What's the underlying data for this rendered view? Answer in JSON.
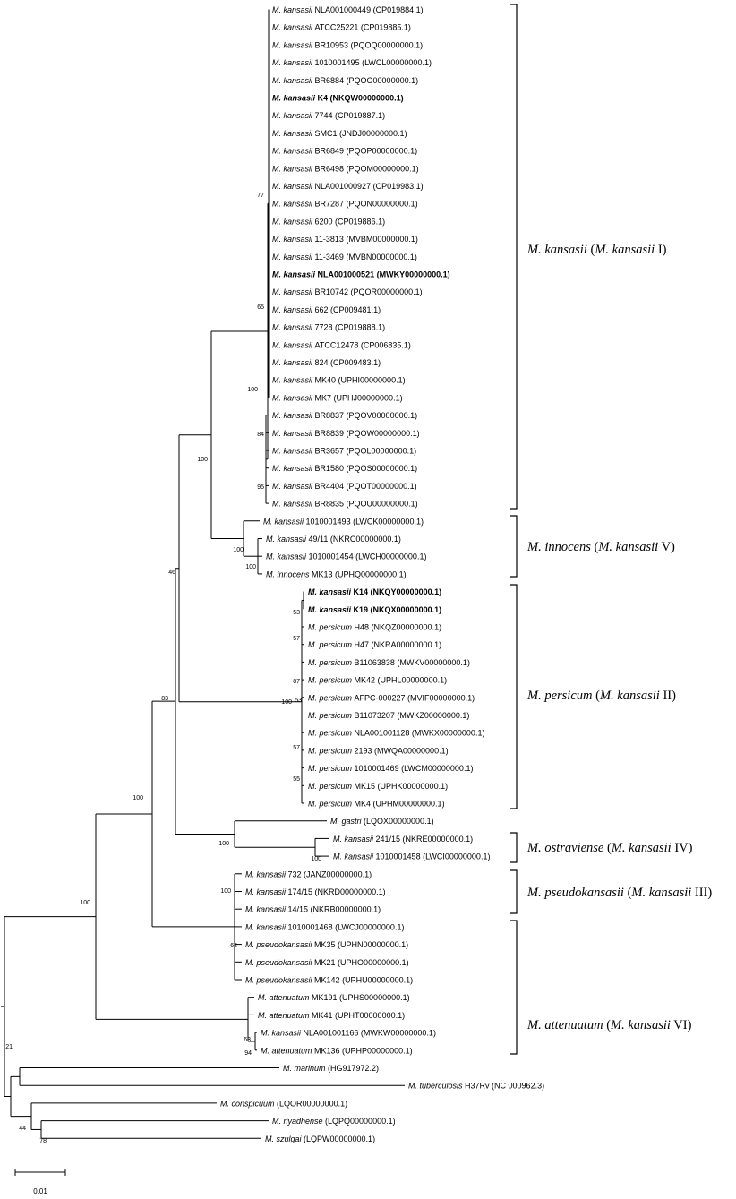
{
  "tree": {
    "scale_bar_label": "0.01",
    "leaves": [
      {
        "id": "L1",
        "sp": "M. kansasii",
        "rest": "NLA001000449 (CP019884.1)"
      },
      {
        "id": "L2",
        "sp": "M. kansasii",
        "rest": "ATCC25221 (CP019885.1)"
      },
      {
        "id": "L3",
        "sp": "M. kansasii",
        "rest": "BR10953 (PQOQ00000000.1)"
      },
      {
        "id": "L4",
        "sp": "M. kansasii",
        "rest": "1010001495 (LWCL00000000.1)"
      },
      {
        "id": "L5",
        "sp": "M. kansasii",
        "rest": "BR6884 (PQOO00000000.1)"
      },
      {
        "id": "L6",
        "sp": "M. kansasii",
        "rest": "K4 (NKQW00000000.1)",
        "bold": true
      },
      {
        "id": "L7",
        "sp": "M. kansasii",
        "rest": "7744 (CP019887.1)"
      },
      {
        "id": "L8",
        "sp": "M. kansasii",
        "rest": "SMC1 (JNDJ00000000.1)"
      },
      {
        "id": "L9",
        "sp": "M. kansasii",
        "rest": "BR6849 (PQOP00000000.1)"
      },
      {
        "id": "L10",
        "sp": "M. kansasii",
        "rest": "BR6498 (PQOM00000000.1)"
      },
      {
        "id": "L11",
        "sp": "M. kansasii",
        "rest": "NLA001000927 (CP019983.1)"
      },
      {
        "id": "L12",
        "sp": "M. kansasii",
        "rest": "BR7287 (PQON00000000.1)"
      },
      {
        "id": "L13",
        "sp": "M. kansasii",
        "rest": "6200 (CP019886.1)"
      },
      {
        "id": "L14",
        "sp": "M. kansasii",
        "rest": "11-3813 (MVBM00000000.1)"
      },
      {
        "id": "L15",
        "sp": "M. kansasii",
        "rest": "11-3469 (MVBN00000000.1)"
      },
      {
        "id": "L16",
        "sp": "M. kansasii",
        "rest": "NLA001000521 (MWKY00000000.1)",
        "bold": true
      },
      {
        "id": "L17",
        "sp": "M. kansasii",
        "rest": "BR10742 (PQOR00000000.1)"
      },
      {
        "id": "L18",
        "sp": "M. kansasii",
        "rest": "662 (CP009481.1)"
      },
      {
        "id": "L19",
        "sp": "M. kansasii",
        "rest": "7728 (CP019888.1)"
      },
      {
        "id": "L20",
        "sp": "M. kansasii",
        "rest": "ATCC12478 (CP006835.1)"
      },
      {
        "id": "L21",
        "sp": "M. kansasii",
        "rest": "824 (CP009483.1)"
      },
      {
        "id": "L22",
        "sp": "M. kansasii",
        "rest": "MK40 (UPHI00000000.1)"
      },
      {
        "id": "L23",
        "sp": "M. kansasii",
        "rest": "MK7 (UPHJ00000000.1)"
      },
      {
        "id": "L24",
        "sp": "M. kansasii",
        "rest": "BR8837 (PQOV00000000.1)"
      },
      {
        "id": "L25",
        "sp": "M. kansasii",
        "rest": "BR8839 (PQOW00000000.1)"
      },
      {
        "id": "L26",
        "sp": "M. kansasii",
        "rest": "BR3657 (PQOL00000000.1)"
      },
      {
        "id": "L27",
        "sp": "M. kansasii",
        "rest": "BR1580 (PQOS00000000.1)"
      },
      {
        "id": "L28",
        "sp": "M. kansasii",
        "rest": "BR4404 (PQOT00000000.1)"
      },
      {
        "id": "L29",
        "sp": "M. kansasii",
        "rest": "BR8835 (PQOU00000000.1)"
      },
      {
        "id": "L30",
        "sp": "M. kansasii",
        "rest": "1010001493 (LWCK00000000.1)"
      },
      {
        "id": "L31",
        "sp": "M. kansasii",
        "rest": "49/11 (NKRC00000000.1)"
      },
      {
        "id": "L32",
        "sp": "M. kansasii",
        "rest": "1010001454 (LWCH00000000.1)"
      },
      {
        "id": "L33",
        "sp": "M. innocens",
        "rest": "MK13 (UPHQ00000000.1)"
      },
      {
        "id": "L34",
        "sp": "M. kansasii",
        "rest": "K14 (NKQY00000000.1)",
        "bold": true
      },
      {
        "id": "L35",
        "sp": "M. kansasii",
        "rest": "K19 (NKQX00000000.1)",
        "bold": true
      },
      {
        "id": "L36",
        "sp": "M. persicum",
        "rest": "H48 (NKQZ00000000.1)"
      },
      {
        "id": "L37",
        "sp": "M. persicum",
        "rest": "H47 (NKRA00000000.1)"
      },
      {
        "id": "L38",
        "sp": "M. persicum",
        "rest": "B11063838 (MWKV00000000.1)"
      },
      {
        "id": "L39",
        "sp": "M. persicum",
        "rest": "MK42 (UPHL00000000.1)"
      },
      {
        "id": "L40",
        "sp": "M. persicum",
        "rest": "AFPC-000227 (MVIF00000000.1)"
      },
      {
        "id": "L41",
        "sp": "M. persicum",
        "rest": "B11073207 (MWKZ00000000.1)"
      },
      {
        "id": "L42",
        "sp": "M. persicum",
        "rest": "NLA001001128 (MWKX00000000.1)"
      },
      {
        "id": "L43",
        "sp": "M. persicum",
        "rest": "2193 (MWQA00000000.1)"
      },
      {
        "id": "L44",
        "sp": "M. persicum",
        "rest": "1010001469 (LWCM00000000.1)"
      },
      {
        "id": "L45",
        "sp": "M. persicum",
        "rest": "MK15 (UPHK00000000.1)"
      },
      {
        "id": "L46",
        "sp": "M. persicum",
        "rest": "MK4 (UPHM00000000.1)"
      },
      {
        "id": "L47",
        "sp": "M. gastri",
        "rest": "(LQOX00000000.1)"
      },
      {
        "id": "L48",
        "sp": "M. kansasii",
        "rest": "241/15 (NKRE00000000.1)"
      },
      {
        "id": "L49",
        "sp": "M. kansasii",
        "rest": "1010001458 (LWCI00000000.1)"
      },
      {
        "id": "L50",
        "sp": "M. kansasii",
        "rest": "732 (JANZ00000000.1)"
      },
      {
        "id": "L51",
        "sp": "M. kansasii",
        "rest": "174/15 (NKRD00000000.1)"
      },
      {
        "id": "L52",
        "sp": "M. kansasii",
        "rest": "14/15 (NKRB00000000.1)"
      },
      {
        "id": "L53",
        "sp": "M. kansasii",
        "rest": "1010001468 (LWCJ00000000.1)"
      },
      {
        "id": "L54",
        "sp": "M. pseudokansasii",
        "rest": "MK35 (UPHN00000000.1)"
      },
      {
        "id": "L55",
        "sp": "M. pseudokansasii",
        "rest": "MK21 (UPHO00000000.1)"
      },
      {
        "id": "L56",
        "sp": "M. pseudokansasii",
        "rest": "MK142 (UPHU00000000.1)"
      },
      {
        "id": "L57",
        "sp": "M. attenuatum",
        "rest": "MK191 (UPHS00000000.1)"
      },
      {
        "id": "L58",
        "sp": "M. attenuatum",
        "rest": "MK41 (UPHT00000000.1)"
      },
      {
        "id": "L59",
        "sp": "M. kansasii",
        "rest": "NLA001001166 (MWKW00000000.1)"
      },
      {
        "id": "L60",
        "sp": "M. attenuatum",
        "rest": "MK136 (UPHP00000000.1)"
      },
      {
        "id": "L61",
        "sp": "M. marinum",
        "rest": "(HG917972.2)"
      },
      {
        "id": "L62",
        "sp": "M. tuberculosis",
        "rest": "H37Rv (NC 000962.3)"
      },
      {
        "id": "L63",
        "sp": "M. conspicuum",
        "rest": "(LQOR00000000.1)"
      },
      {
        "id": "L64",
        "sp": "M. riyadhense",
        "rest": "(LQPQ00000000.1)"
      },
      {
        "id": "L65",
        "sp": "M. szulgai",
        "rest": "(LQPW00000000.1)"
      }
    ],
    "bootstrap": [
      {
        "id": "b77",
        "value": "77"
      },
      {
        "id": "b65",
        "value": "65"
      },
      {
        "id": "b100a",
        "value": "100"
      },
      {
        "id": "b84",
        "value": "84"
      },
      {
        "id": "b95",
        "value": "95"
      },
      {
        "id": "b100b",
        "value": "100"
      },
      {
        "id": "b100c",
        "value": "100"
      },
      {
        "id": "b100d",
        "value": "100"
      },
      {
        "id": "b46",
        "value": "46"
      },
      {
        "id": "b53a",
        "value": "53"
      },
      {
        "id": "b57a",
        "value": "57"
      },
      {
        "id": "b87",
        "value": "87"
      },
      {
        "id": "b100e",
        "value": "100"
      },
      {
        "id": "b53b",
        "value": "53"
      },
      {
        "id": "b57b",
        "value": "57"
      },
      {
        "id": "b55",
        "value": "55"
      },
      {
        "id": "b83",
        "value": "83"
      },
      {
        "id": "b100f",
        "value": "100"
      },
      {
        "id": "b100g",
        "value": "100"
      },
      {
        "id": "b100h",
        "value": "100"
      },
      {
        "id": "b100i",
        "value": "100"
      },
      {
        "id": "b62",
        "value": "62"
      },
      {
        "id": "b100j",
        "value": "100"
      },
      {
        "id": "b63",
        "value": "63"
      },
      {
        "id": "b94",
        "value": "94"
      },
      {
        "id": "b21",
        "value": "21"
      },
      {
        "id": "b44",
        "value": "44"
      },
      {
        "id": "b78",
        "value": "78"
      }
    ],
    "clades": [
      {
        "id": "c1",
        "sp": "M. kansasii",
        "paren": "M. kansasii",
        "roman": "I"
      },
      {
        "id": "c2",
        "sp": "M. innocens",
        "paren": "M. kansasii",
        "roman": "V"
      },
      {
        "id": "c3",
        "sp": "M. persicum",
        "paren": "M. kansasii",
        "roman": "II"
      },
      {
        "id": "c4",
        "sp": "M. ostraviense",
        "paren": "M. kansasii",
        "roman": "IV"
      },
      {
        "id": "c5",
        "sp": "M. pseudokansasii",
        "paren": "M. kansasii",
        "roman": "III"
      },
      {
        "id": "c6",
        "sp": "M. attenuatum",
        "paren": "M. kansasii",
        "roman": "VI"
      }
    ]
  }
}
